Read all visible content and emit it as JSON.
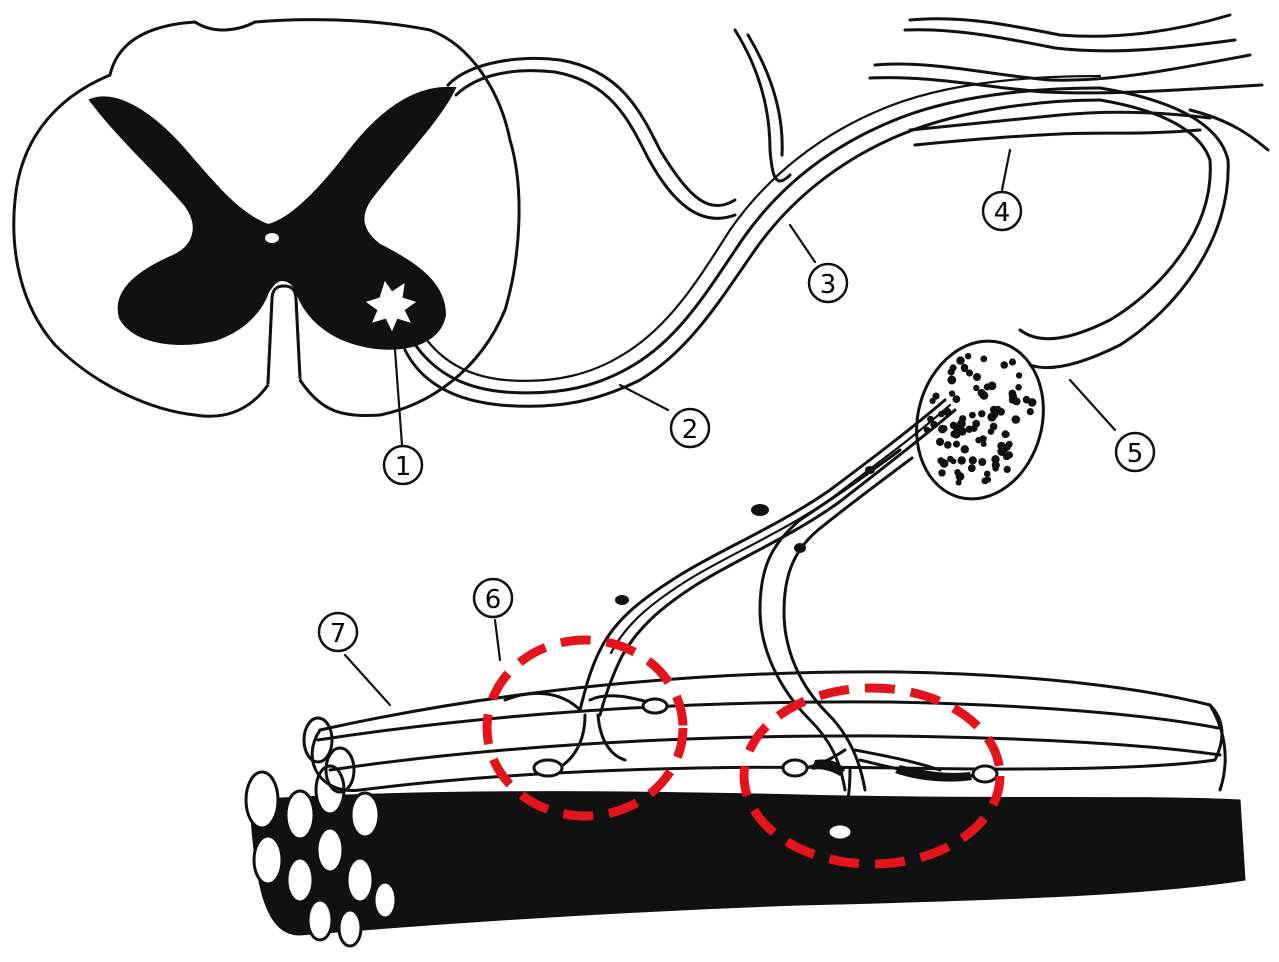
{
  "labels": [
    {
      "id": "1",
      "text": "1"
    },
    {
      "id": "2",
      "text": "2"
    },
    {
      "id": "3",
      "text": "3"
    },
    {
      "id": "4",
      "text": "4"
    },
    {
      "id": "5",
      "text": "5"
    },
    {
      "id": "6",
      "text": "6"
    },
    {
      "id": "7",
      "text": "7"
    }
  ],
  "colors": {
    "ink": "#111111",
    "background": "#ffffff",
    "highlight": "#e3141b"
  },
  "highlights": [
    {
      "name": "motor-end-plate-left"
    },
    {
      "name": "motor-end-plate-right"
    }
  ]
}
